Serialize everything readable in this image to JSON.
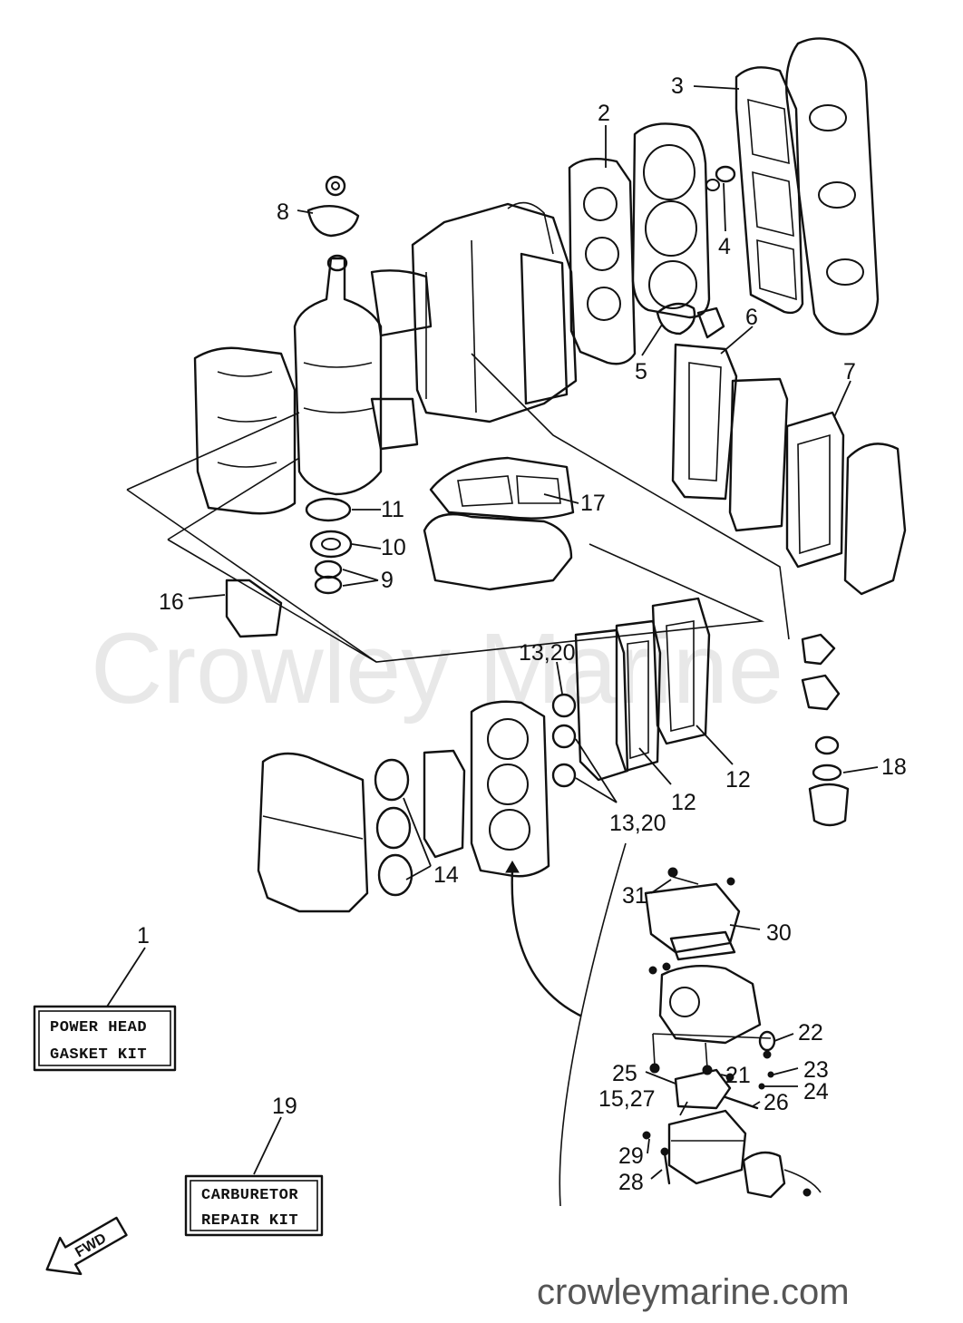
{
  "callouts": [
    {
      "id": "c1",
      "label": "1"
    },
    {
      "id": "c2",
      "label": "2"
    },
    {
      "id": "c3",
      "label": "3"
    },
    {
      "id": "c4",
      "label": "4"
    },
    {
      "id": "c5",
      "label": "5"
    },
    {
      "id": "c6",
      "label": "6"
    },
    {
      "id": "c7",
      "label": "7"
    },
    {
      "id": "c8",
      "label": "8"
    },
    {
      "id": "c9",
      "label": "9"
    },
    {
      "id": "c10",
      "label": "10"
    },
    {
      "id": "c11",
      "label": "11"
    },
    {
      "id": "c12a",
      "label": "12"
    },
    {
      "id": "c12b",
      "label": "12"
    },
    {
      "id": "c13a",
      "label": "13,20"
    },
    {
      "id": "c13b",
      "label": "13,20"
    },
    {
      "id": "c14",
      "label": "14"
    },
    {
      "id": "c15",
      "label": "15,27"
    },
    {
      "id": "c16",
      "label": "16"
    },
    {
      "id": "c17",
      "label": "17"
    },
    {
      "id": "c18",
      "label": "18"
    },
    {
      "id": "c19",
      "label": "19"
    },
    {
      "id": "c21",
      "label": "21"
    },
    {
      "id": "c22",
      "label": "22"
    },
    {
      "id": "c23",
      "label": "23"
    },
    {
      "id": "c24",
      "label": "24"
    },
    {
      "id": "c25",
      "label": "25"
    },
    {
      "id": "c26",
      "label": "26"
    },
    {
      "id": "c28",
      "label": "28"
    },
    {
      "id": "c29",
      "label": "29"
    },
    {
      "id": "c30",
      "label": "30"
    },
    {
      "id": "c31",
      "label": "31"
    }
  ],
  "kits": {
    "power_head": {
      "line1": "POWER HEAD",
      "line2": "GASKET KIT"
    },
    "carburetor": {
      "line1": "CARBURETOR",
      "line2": "REPAIR KIT"
    }
  },
  "fwd_label": "FWD",
  "watermark": {
    "overlay": "Crowley Marine",
    "site": "crowleymarine.com"
  }
}
